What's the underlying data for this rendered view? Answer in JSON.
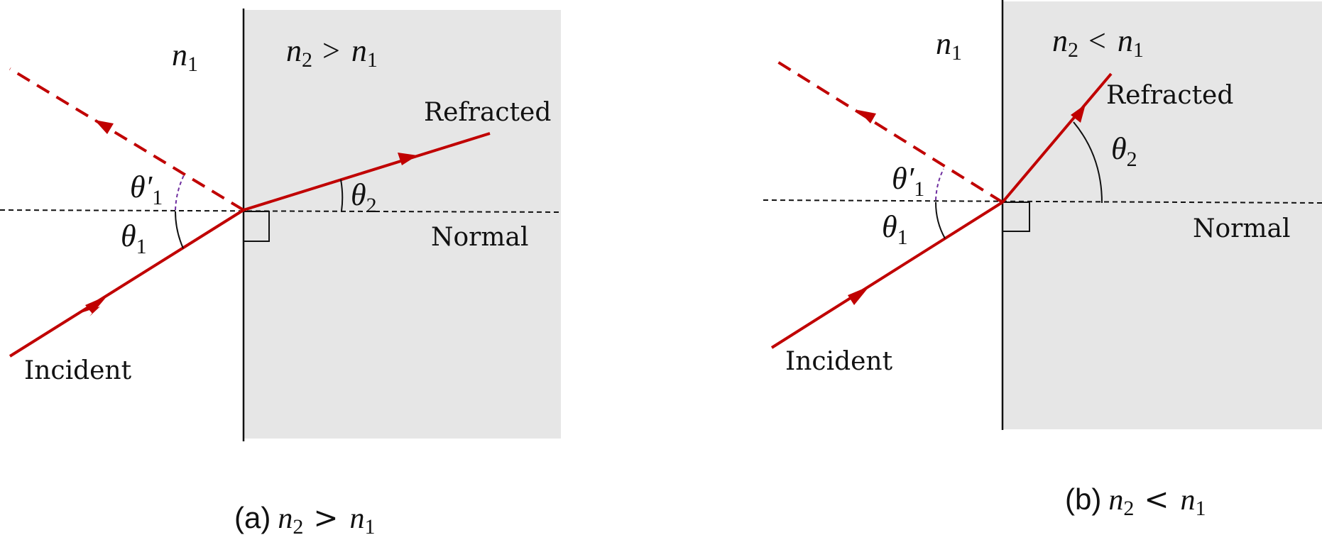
{
  "colors": {
    "ray": "#c00000",
    "medium": "#e6e6e6",
    "arc_reflect": "#7030a0",
    "line": "#111111"
  },
  "diagram_a": {
    "n1": {
      "base": "n",
      "sub": "1"
    },
    "n2_relation": {
      "base": "n",
      "sub": "2",
      "op": ">",
      "rhs_base": "n",
      "rhs_sub": "1"
    },
    "refracted_label": "Refracted",
    "normal_label": "Normal",
    "incident_label": "Incident",
    "theta1": {
      "base": "θ",
      "sub": "1"
    },
    "theta1_prime": {
      "base": "θ′",
      "sub": "1"
    },
    "theta2": {
      "base": "θ",
      "sub": "2"
    },
    "caption_prefix": "(a)",
    "caption_relation": {
      "base": "n",
      "sub": "2",
      "op": ">",
      "rhs_base": "n",
      "rhs_sub": "1"
    }
  },
  "diagram_b": {
    "n1": {
      "base": "n",
      "sub": "1"
    },
    "n2_relation": {
      "base": "n",
      "sub": "2",
      "op": "<",
      "rhs_base": "n",
      "rhs_sub": "1"
    },
    "refracted_label": "Refracted",
    "normal_label": "Normal",
    "incident_label": "Incident",
    "theta1": {
      "base": "θ",
      "sub": "1"
    },
    "theta1_prime": {
      "base": "θ′",
      "sub": "1"
    },
    "theta2": {
      "base": "θ",
      "sub": "2"
    },
    "caption_prefix": "(b)",
    "caption_relation": {
      "base": "n",
      "sub": "2",
      "op": "<",
      "rhs_base": "n",
      "rhs_sub": "1"
    }
  }
}
